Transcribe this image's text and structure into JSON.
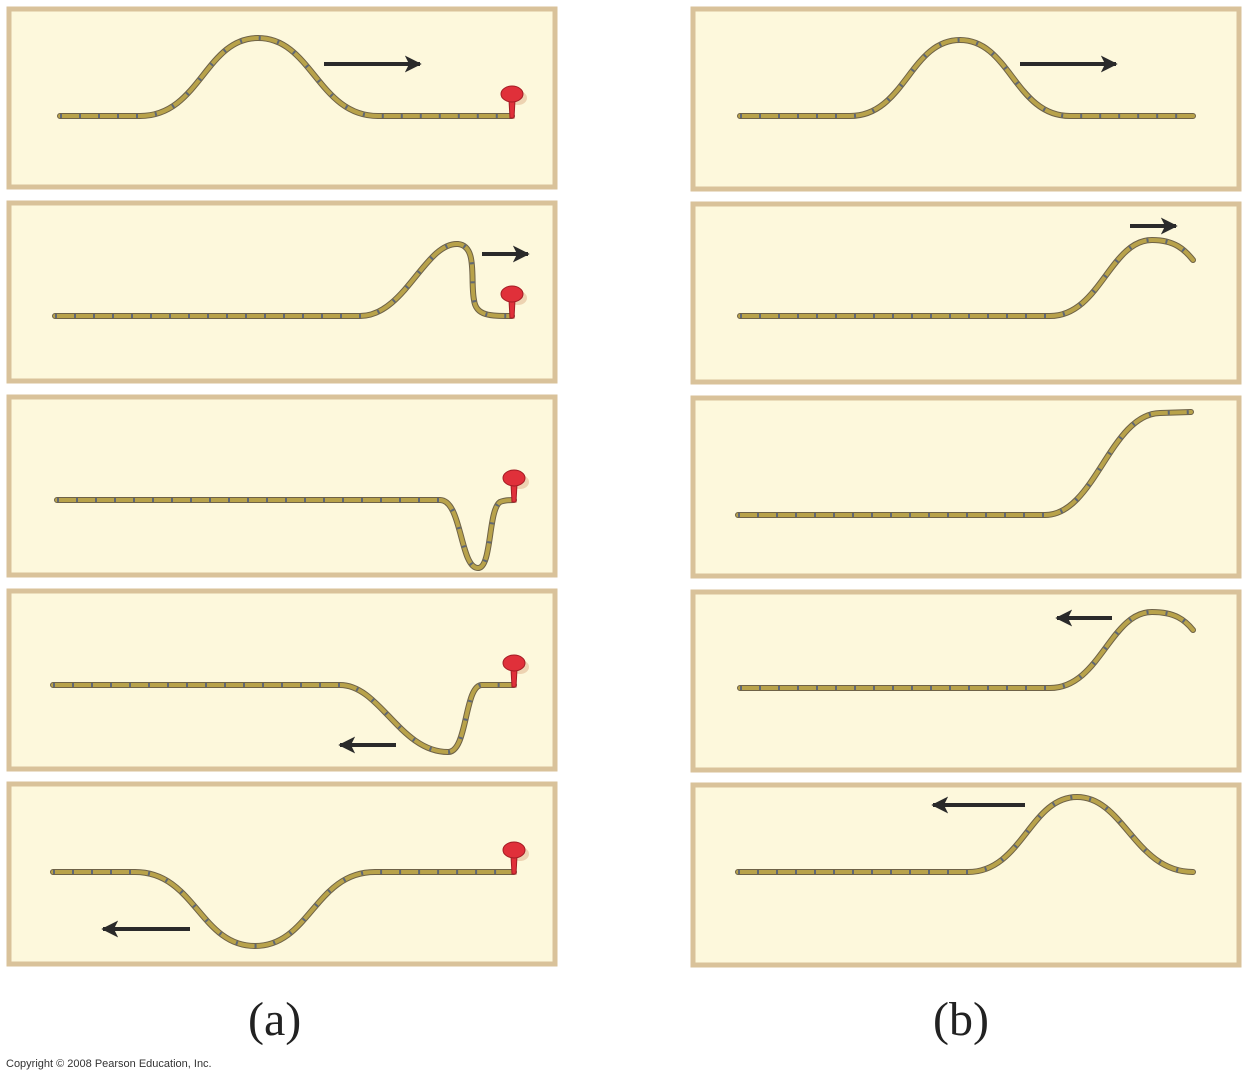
{
  "captions": {
    "left": "(a)",
    "right": "(b)"
  },
  "copyright": "Copyright © 2008 Pearson Education, Inc.",
  "colors": {
    "panel_fill": "#fdf8dc",
    "panel_border": "#d9c29a",
    "rope": "#b8a24a",
    "rope_dark": "#6e6247",
    "tick": "#5f6775",
    "arrow": "#2a2a2a",
    "pin": "#e0303a",
    "pin_dark": "#a31c24"
  },
  "columns": [
    {
      "name": "fixed-end",
      "end": "pinned",
      "frames": [
        {
          "pulse": "crest",
          "direction": "right"
        },
        {
          "pulse": "crest-at-end",
          "direction": "right"
        },
        {
          "pulse": "trough-at-end",
          "direction": "none"
        },
        {
          "pulse": "trough-leaving",
          "direction": "left"
        },
        {
          "pulse": "trough",
          "direction": "left"
        }
      ]
    },
    {
      "name": "free-end",
      "end": "free",
      "frames": [
        {
          "pulse": "crest",
          "direction": "right"
        },
        {
          "pulse": "crest-at-end",
          "direction": "right"
        },
        {
          "pulse": "end-raised",
          "direction": "none"
        },
        {
          "pulse": "crest-leaving",
          "direction": "left"
        },
        {
          "pulse": "crest",
          "direction": "left"
        }
      ]
    }
  ]
}
